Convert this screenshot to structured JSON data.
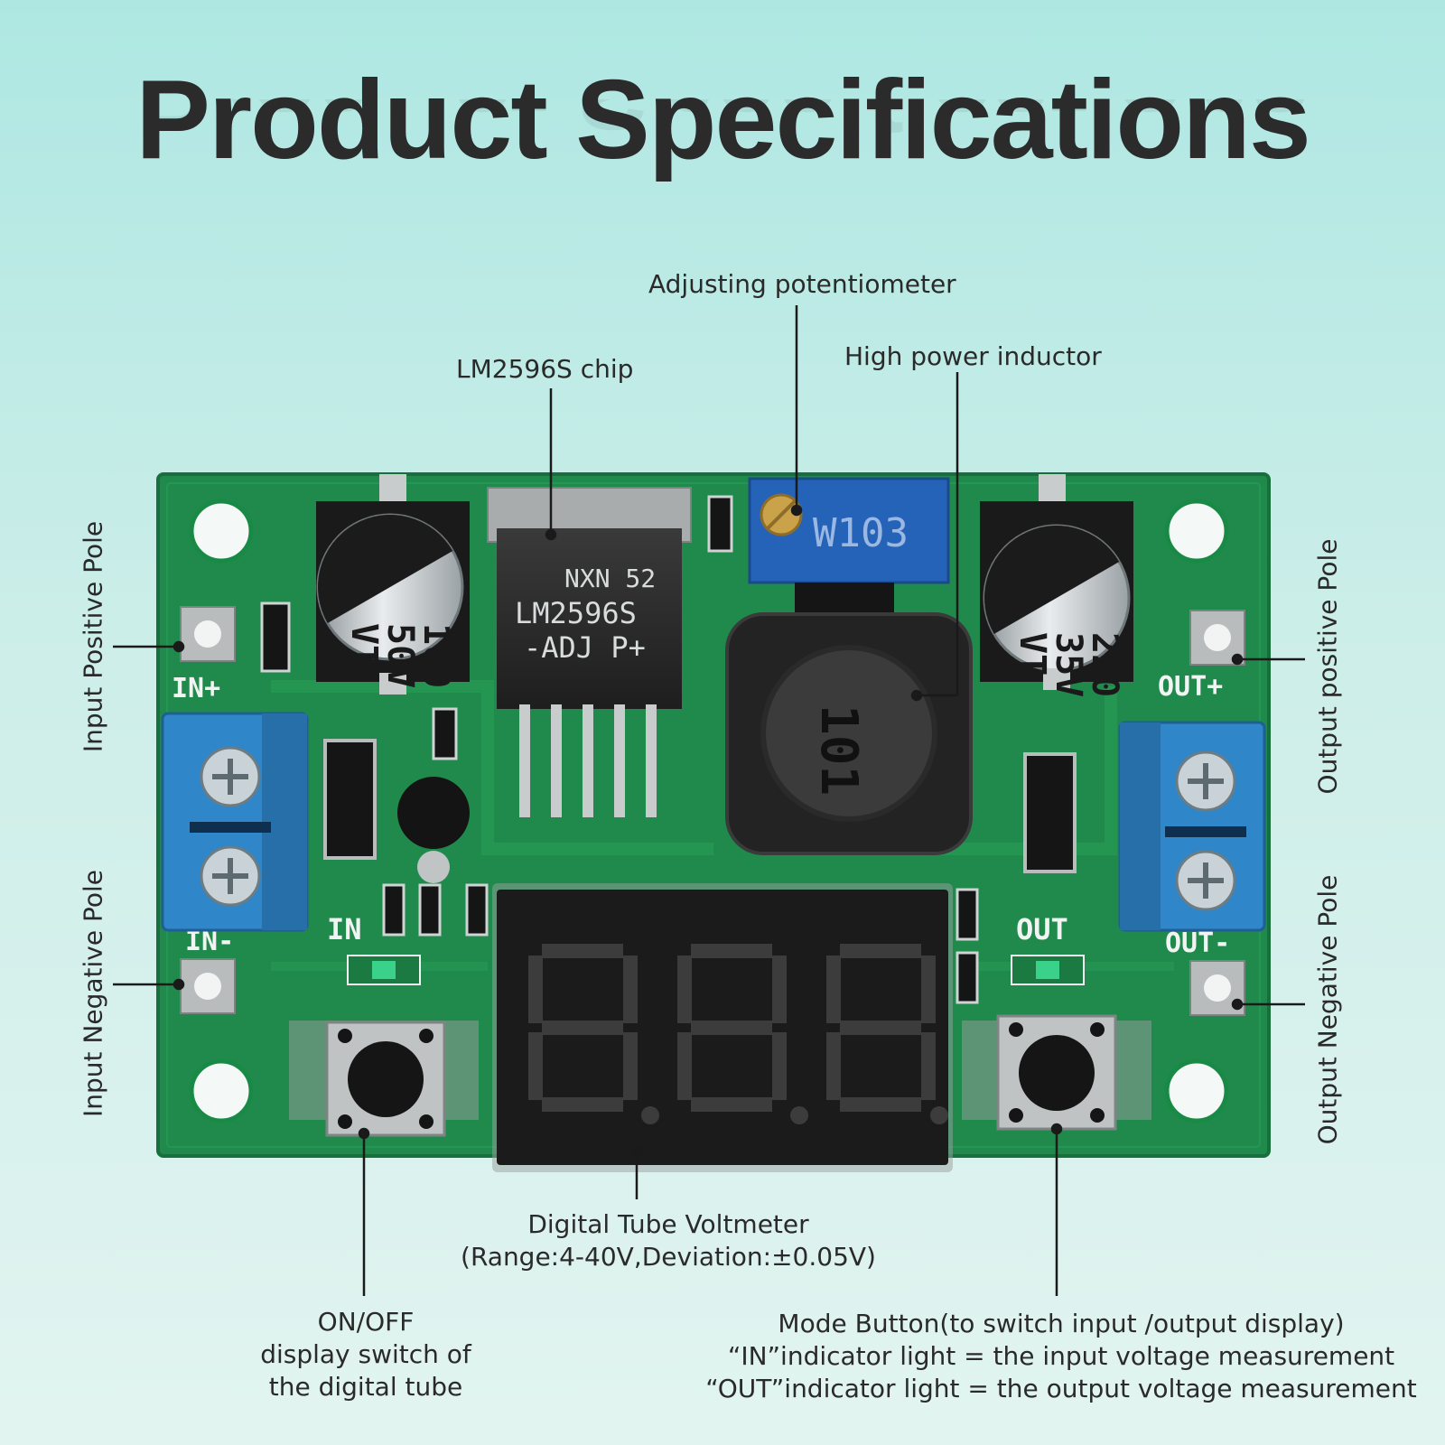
{
  "title": "Product Specifications",
  "labels": {
    "potentiometer": "Adjusting potentiometer",
    "chip": "LM2596S chip",
    "inductor": "High power inductor",
    "input_positive": "Input Positive Pole",
    "input_negative": "Input Negative Pole",
    "output_positive": "Output positive Pole",
    "output_negative": "Output Negative Pole",
    "voltmeter_line1": "Digital Tube Voltmeter",
    "voltmeter_line2": "(Range:4-40V,Deviation:±0.05V)",
    "onoff_line1": "ON/OFF",
    "onoff_line2": "display switch of",
    "onoff_line3": "the digital tube",
    "mode_line1": "Mode Button(to switch input /output display)",
    "mode_line2": "“IN”indicator light = the input voltage measurement",
    "mode_line3": "“OUT”indicator light = the output voltage measurement"
  },
  "board": {
    "cap_left_line1": "100",
    "cap_left_line2": "50V",
    "cap_left_line3": "VT",
    "cap_right_line1": "220",
    "cap_right_line2": "35V",
    "cap_right_line3": "VT",
    "chip_line1": "NXN  52",
    "chip_line2": "LM2596S",
    "chip_line3": "-ADJ P+",
    "pot_marking": "W103",
    "inductor_marking": "101",
    "pad_in_plus": "IN+",
    "pad_in_minus": "IN-",
    "pad_out_plus": "OUT+",
    "pad_out_minus": "OUT-",
    "led_in": "IN",
    "led_out": "OUT",
    "colors": {
      "pcb": "#1f8a4c",
      "terminal": "#2f86c8",
      "pot": "#2563b8"
    }
  }
}
